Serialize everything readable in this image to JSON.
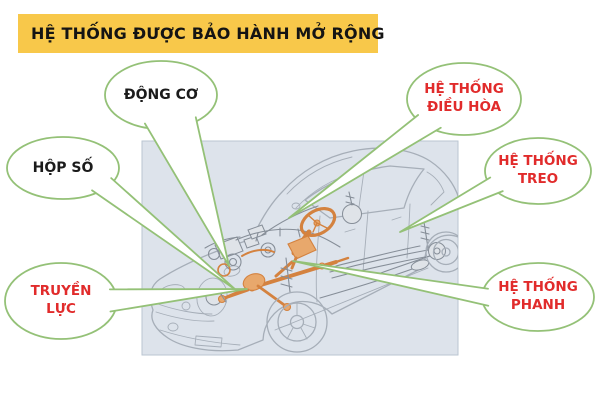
{
  "title": "HỆ THỐNG ĐƯỢC BẢO HÀNH MỞ RỘNG",
  "colors": {
    "banner_bg": "#F8C84A",
    "title_text": "#141414",
    "bubble_border": "#94C177",
    "bubble_fill": "#FFFFFF",
    "label_black": "#1B1B1B",
    "label_red": "#E12B2B",
    "image_bg": "#DDE3EB",
    "image_border": "#BAC6D2",
    "car_line": "#A6AEB8",
    "part_gray": "#868E98",
    "part_orange": "#D4823F"
  },
  "callouts": [
    {
      "id": "engine",
      "label": "ĐỘNG CƠ",
      "color": "black"
    },
    {
      "id": "gearbox",
      "label": "HỘP SỐ",
      "color": "black"
    },
    {
      "id": "drivetrain",
      "label": "TRUYỀN\nLỰC",
      "color": "red"
    },
    {
      "id": "ac",
      "label": "HỆ THỐNG\nĐIỀU HÒA",
      "color": "red"
    },
    {
      "id": "suspension",
      "label": "HỆ THỐNG\nTREO",
      "color": "red"
    },
    {
      "id": "brake",
      "label": "HỆ THỐNG\nPHANH",
      "color": "red"
    }
  ]
}
